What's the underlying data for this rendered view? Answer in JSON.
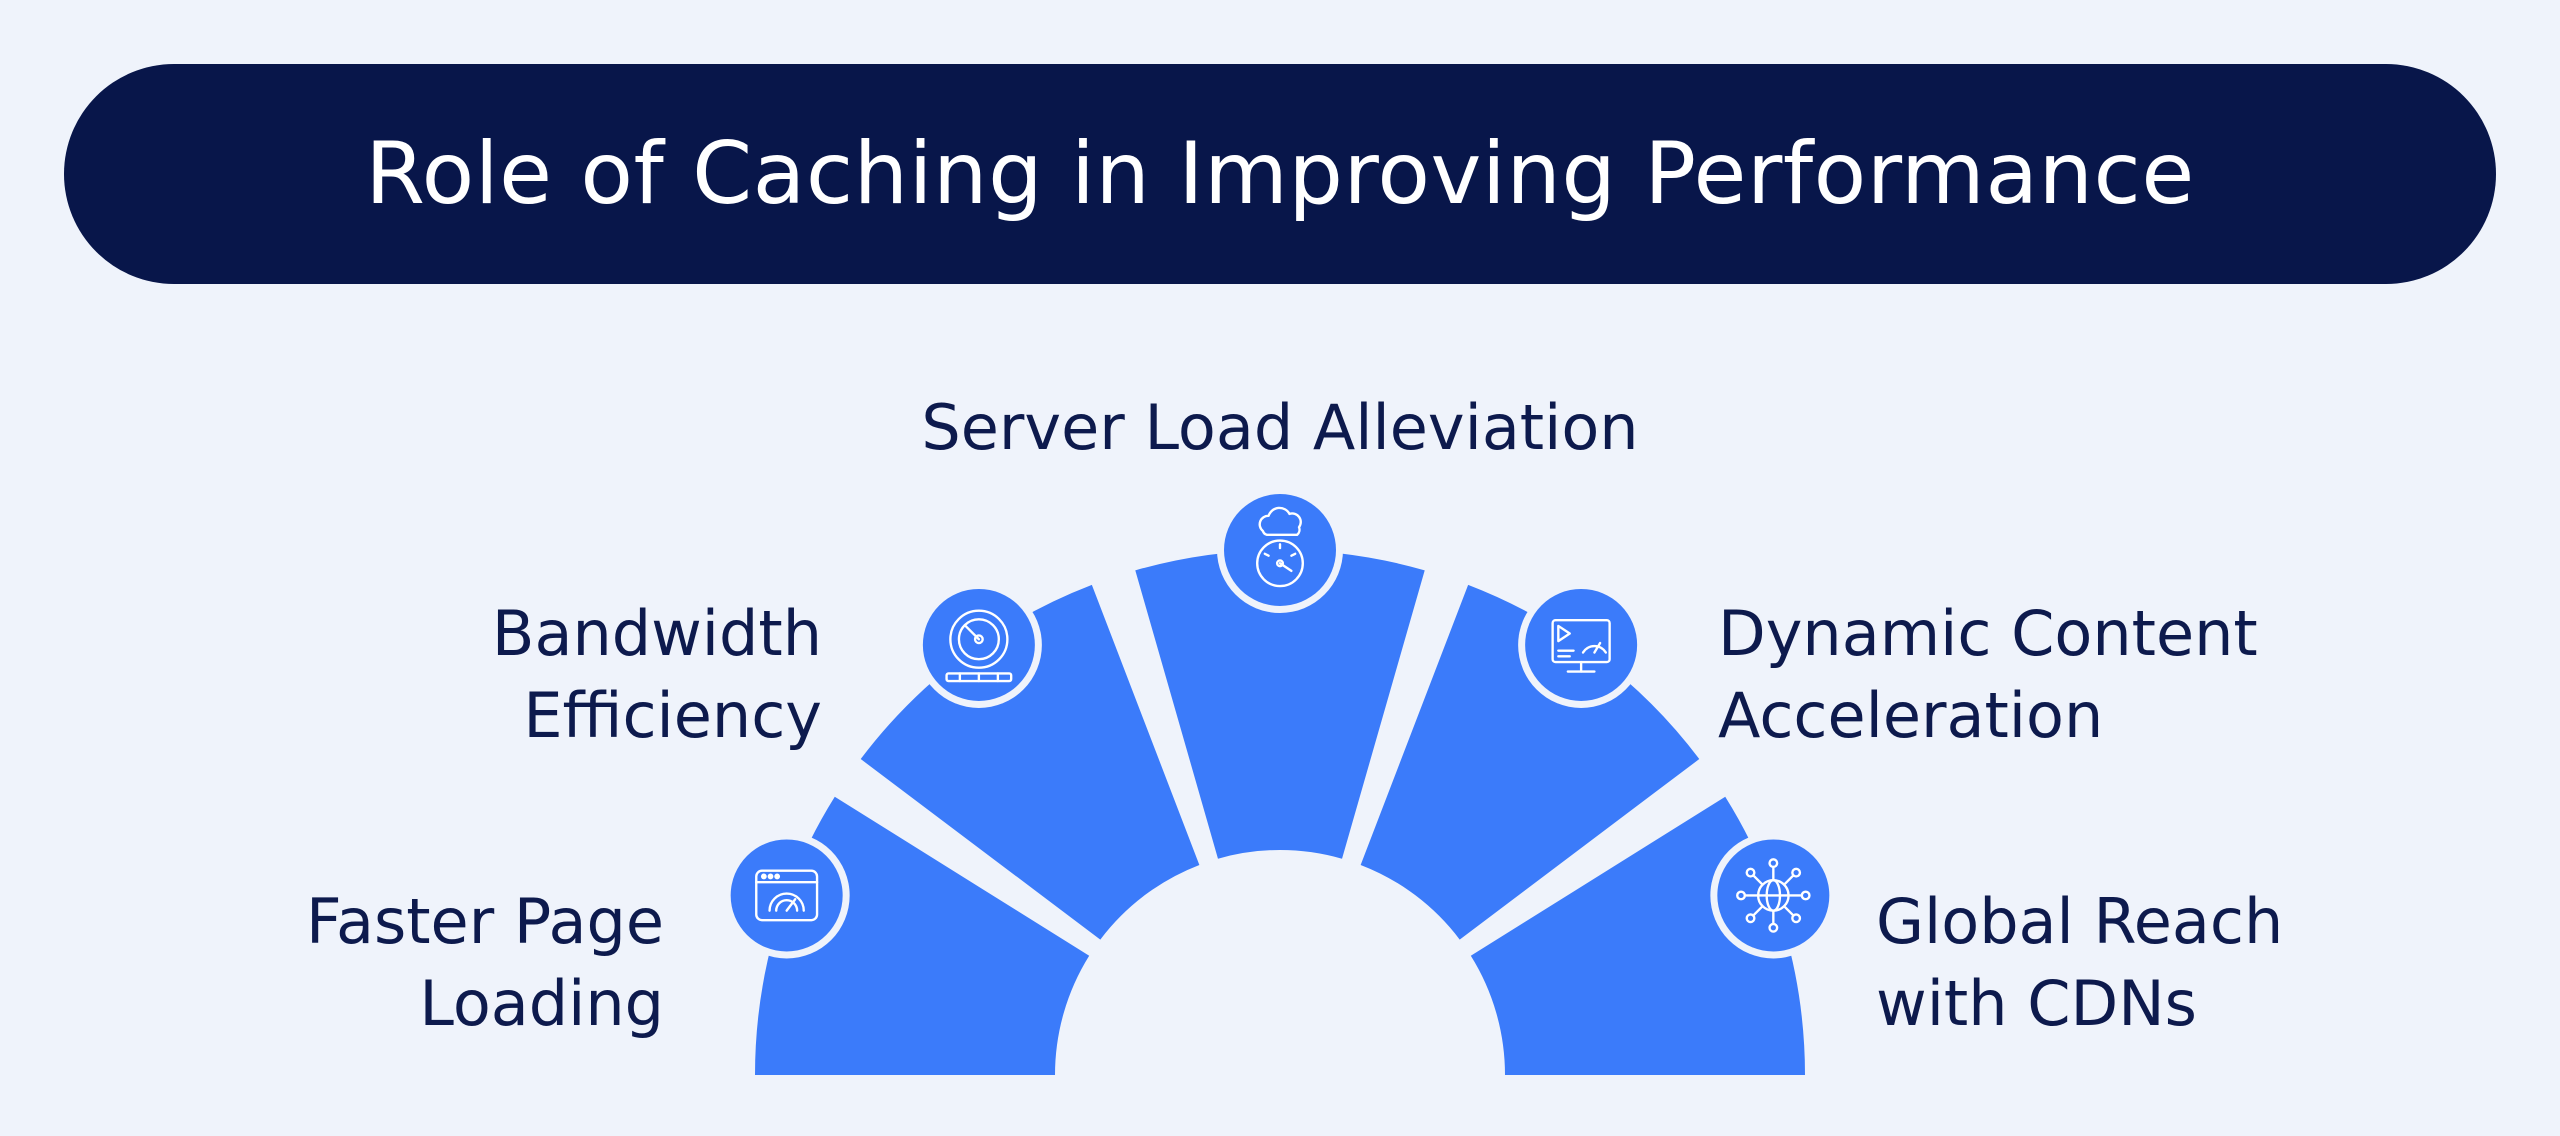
{
  "title": "Role of Caching in Improving Performance",
  "colors": {
    "background": "#eff3fb",
    "banner": "#08164a",
    "segment": "#3b7bfa",
    "text": "#0d1a4d",
    "icon_stroke": "#ffffff"
  },
  "segments": [
    {
      "id": "faster-page-loading",
      "lines": [
        "Faster Page",
        "Loading"
      ],
      "icon": "browser-speedometer-icon"
    },
    {
      "id": "bandwidth-efficiency",
      "lines": [
        "Bandwidth",
        "Efficiency"
      ],
      "icon": "gauge-icon"
    },
    {
      "id": "server-load-alleviation",
      "lines": [
        "Server Load Alleviation"
      ],
      "icon": "cloud-speedometer-icon"
    },
    {
      "id": "dynamic-content-acceleration",
      "lines": [
        "Dynamic Content",
        "Acceleration"
      ],
      "icon": "monitor-dashboard-icon"
    },
    {
      "id": "global-reach-with-cdns",
      "lines": [
        "Global Reach",
        "with CDNs"
      ],
      "icon": "globe-network-icon"
    }
  ]
}
